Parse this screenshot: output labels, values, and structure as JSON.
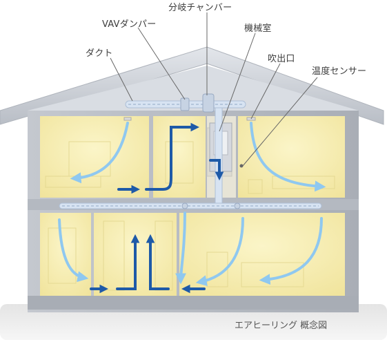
{
  "labels": {
    "branch_chamber": "分岐チャンバー",
    "vav_damper": "VAVダンパー",
    "machine_room": "機械室",
    "duct": "ダクト",
    "outlet": "吹出口",
    "temp_sensor": "温度センサー"
  },
  "caption": "エアヒーリング 概念図",
  "colors": {
    "room_fill": "#f7efb4",
    "wall": "#b7bcc4",
    "roof": "#c9ced6",
    "duct": "#d7e3f2",
    "cool_air": "#8fc8f0",
    "warm_flow": "#1e5aa8",
    "ground": "#e9e9e9"
  }
}
